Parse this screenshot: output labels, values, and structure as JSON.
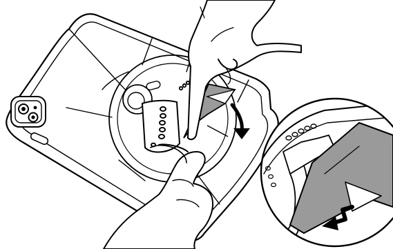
{
  "illustration": {
    "type": "line-art instruction diagram",
    "ink_color": "#000000",
    "shade_color": "#9a9a9a",
    "background_color": "#ffffff",
    "elements": [
      "tablet-case-back",
      "camera-cutout",
      "rotating-hand-strap-disc",
      "hand-strap",
      "flat-card-tool",
      "pulling-hand",
      "holding-hand",
      "rotation-arrow",
      "detail-magnifier-circle",
      "slide-direction-arrow"
    ]
  }
}
